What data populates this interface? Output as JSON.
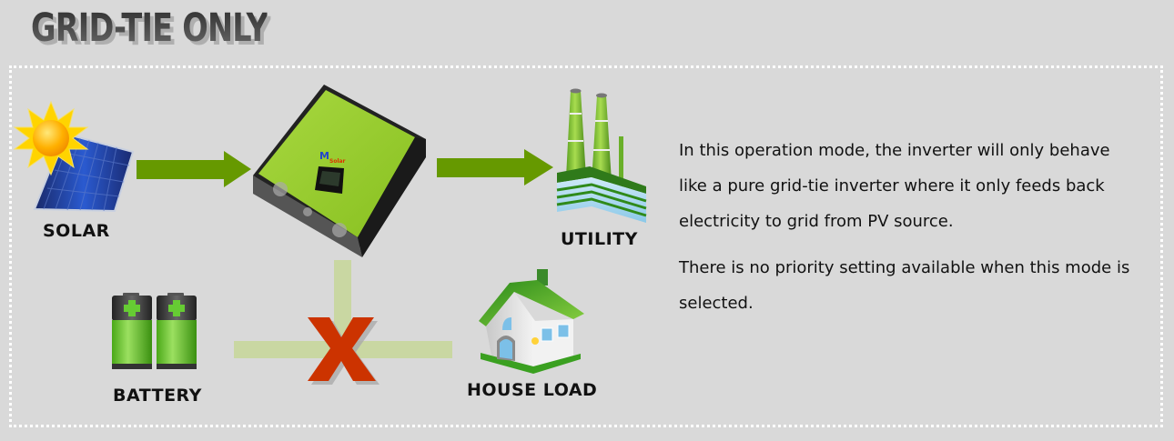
{
  "title": "GRID-TIE ONLY",
  "components": {
    "solar": {
      "label": "SOLAR",
      "icon": "solar-panel-with-sun-icon"
    },
    "inverter": {
      "label": "",
      "icon": "inverter-icon",
      "logo": "MPP Solar"
    },
    "utility": {
      "label": "UTILITY",
      "icon": "power-plant-icon"
    },
    "battery": {
      "label": "BATTERY",
      "icon": "battery-icon"
    },
    "house_load": {
      "label": "HOUSE LOAD",
      "icon": "house-icon"
    }
  },
  "flows": [
    {
      "from": "solar",
      "to": "inverter",
      "state": "active",
      "icon": "arrow-right-icon"
    },
    {
      "from": "inverter",
      "to": "utility",
      "state": "active",
      "icon": "arrow-right-icon"
    },
    {
      "from": "inverter",
      "to": "battery",
      "state": "disabled",
      "icon": "cross-icon"
    },
    {
      "from": "inverter",
      "to": "house_load",
      "state": "disabled",
      "icon": "cross-icon"
    }
  ],
  "description": {
    "paragraphs": [
      "In this operation mode, the inverter will only behave like a pure grid-tie inverter where it only feeds back electricity to grid from PV source.",
      "There is no priority setting available when this mode is selected."
    ]
  },
  "colors": {
    "background": "#d9d9d9",
    "active_arrow": "#669900",
    "inactive_line": "#c9d7a2",
    "cross": "#cc3300",
    "inverter_body": "#99cc33"
  }
}
